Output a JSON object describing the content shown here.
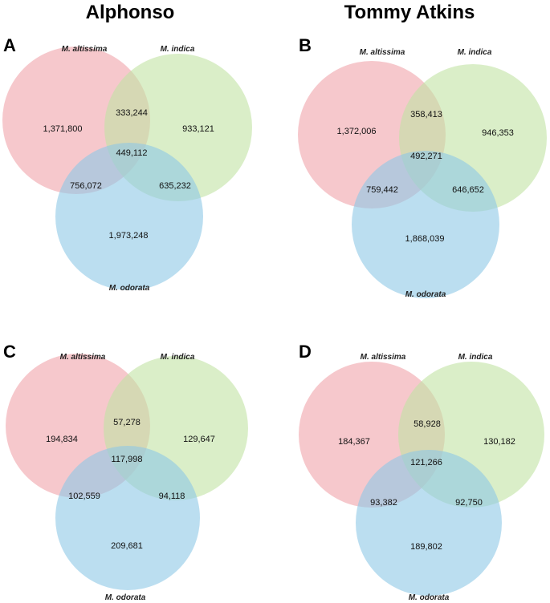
{
  "column_titles": [
    "Alphonso",
    "Tommy Atkins"
  ],
  "colors": {
    "altissima": "#f0a3aa",
    "indica": "#c2e3a4",
    "odorata": "#8ec8e6"
  },
  "panels": [
    {
      "letter": "A",
      "sets": [
        "M. altissima",
        "M. indica",
        "M. odorata"
      ],
      "values": {
        "altissima_only": "1,371,800",
        "indica_only": "933,121",
        "odorata_only": "1,973,248",
        "altissima_indica": "333,244",
        "altissima_odorata": "756,072",
        "indica_odorata": "635,232",
        "all": "449,112"
      }
    },
    {
      "letter": "B",
      "sets": [
        "M. altissima",
        "M. indica",
        "M. odorata"
      ],
      "values": {
        "altissima_only": "1,372,006",
        "indica_only": "946,353",
        "odorata_only": "1,868,039",
        "altissima_indica": "358,413",
        "altissima_odorata": "759,442",
        "indica_odorata": "646,652",
        "all": "492,271"
      }
    },
    {
      "letter": "C",
      "sets": [
        "M. altissima",
        "M. indica",
        "M. odorata"
      ],
      "values": {
        "altissima_only": "194,834",
        "indica_only": "129,647",
        "odorata_only": "209,681",
        "altissima_indica": "57,278",
        "altissima_odorata": "102,559",
        "indica_odorata": "94,118",
        "all": "117,998"
      }
    },
    {
      "letter": "D",
      "sets": [
        "M. altissima",
        "M. indica",
        "M. odorata"
      ],
      "values": {
        "altissima_only": "184,367",
        "indica_only": "130,182",
        "odorata_only": "189,802",
        "altissima_indica": "58,928",
        "altissima_odorata": "93,382",
        "indica_odorata": "92,750",
        "all": "121,266"
      }
    }
  ]
}
